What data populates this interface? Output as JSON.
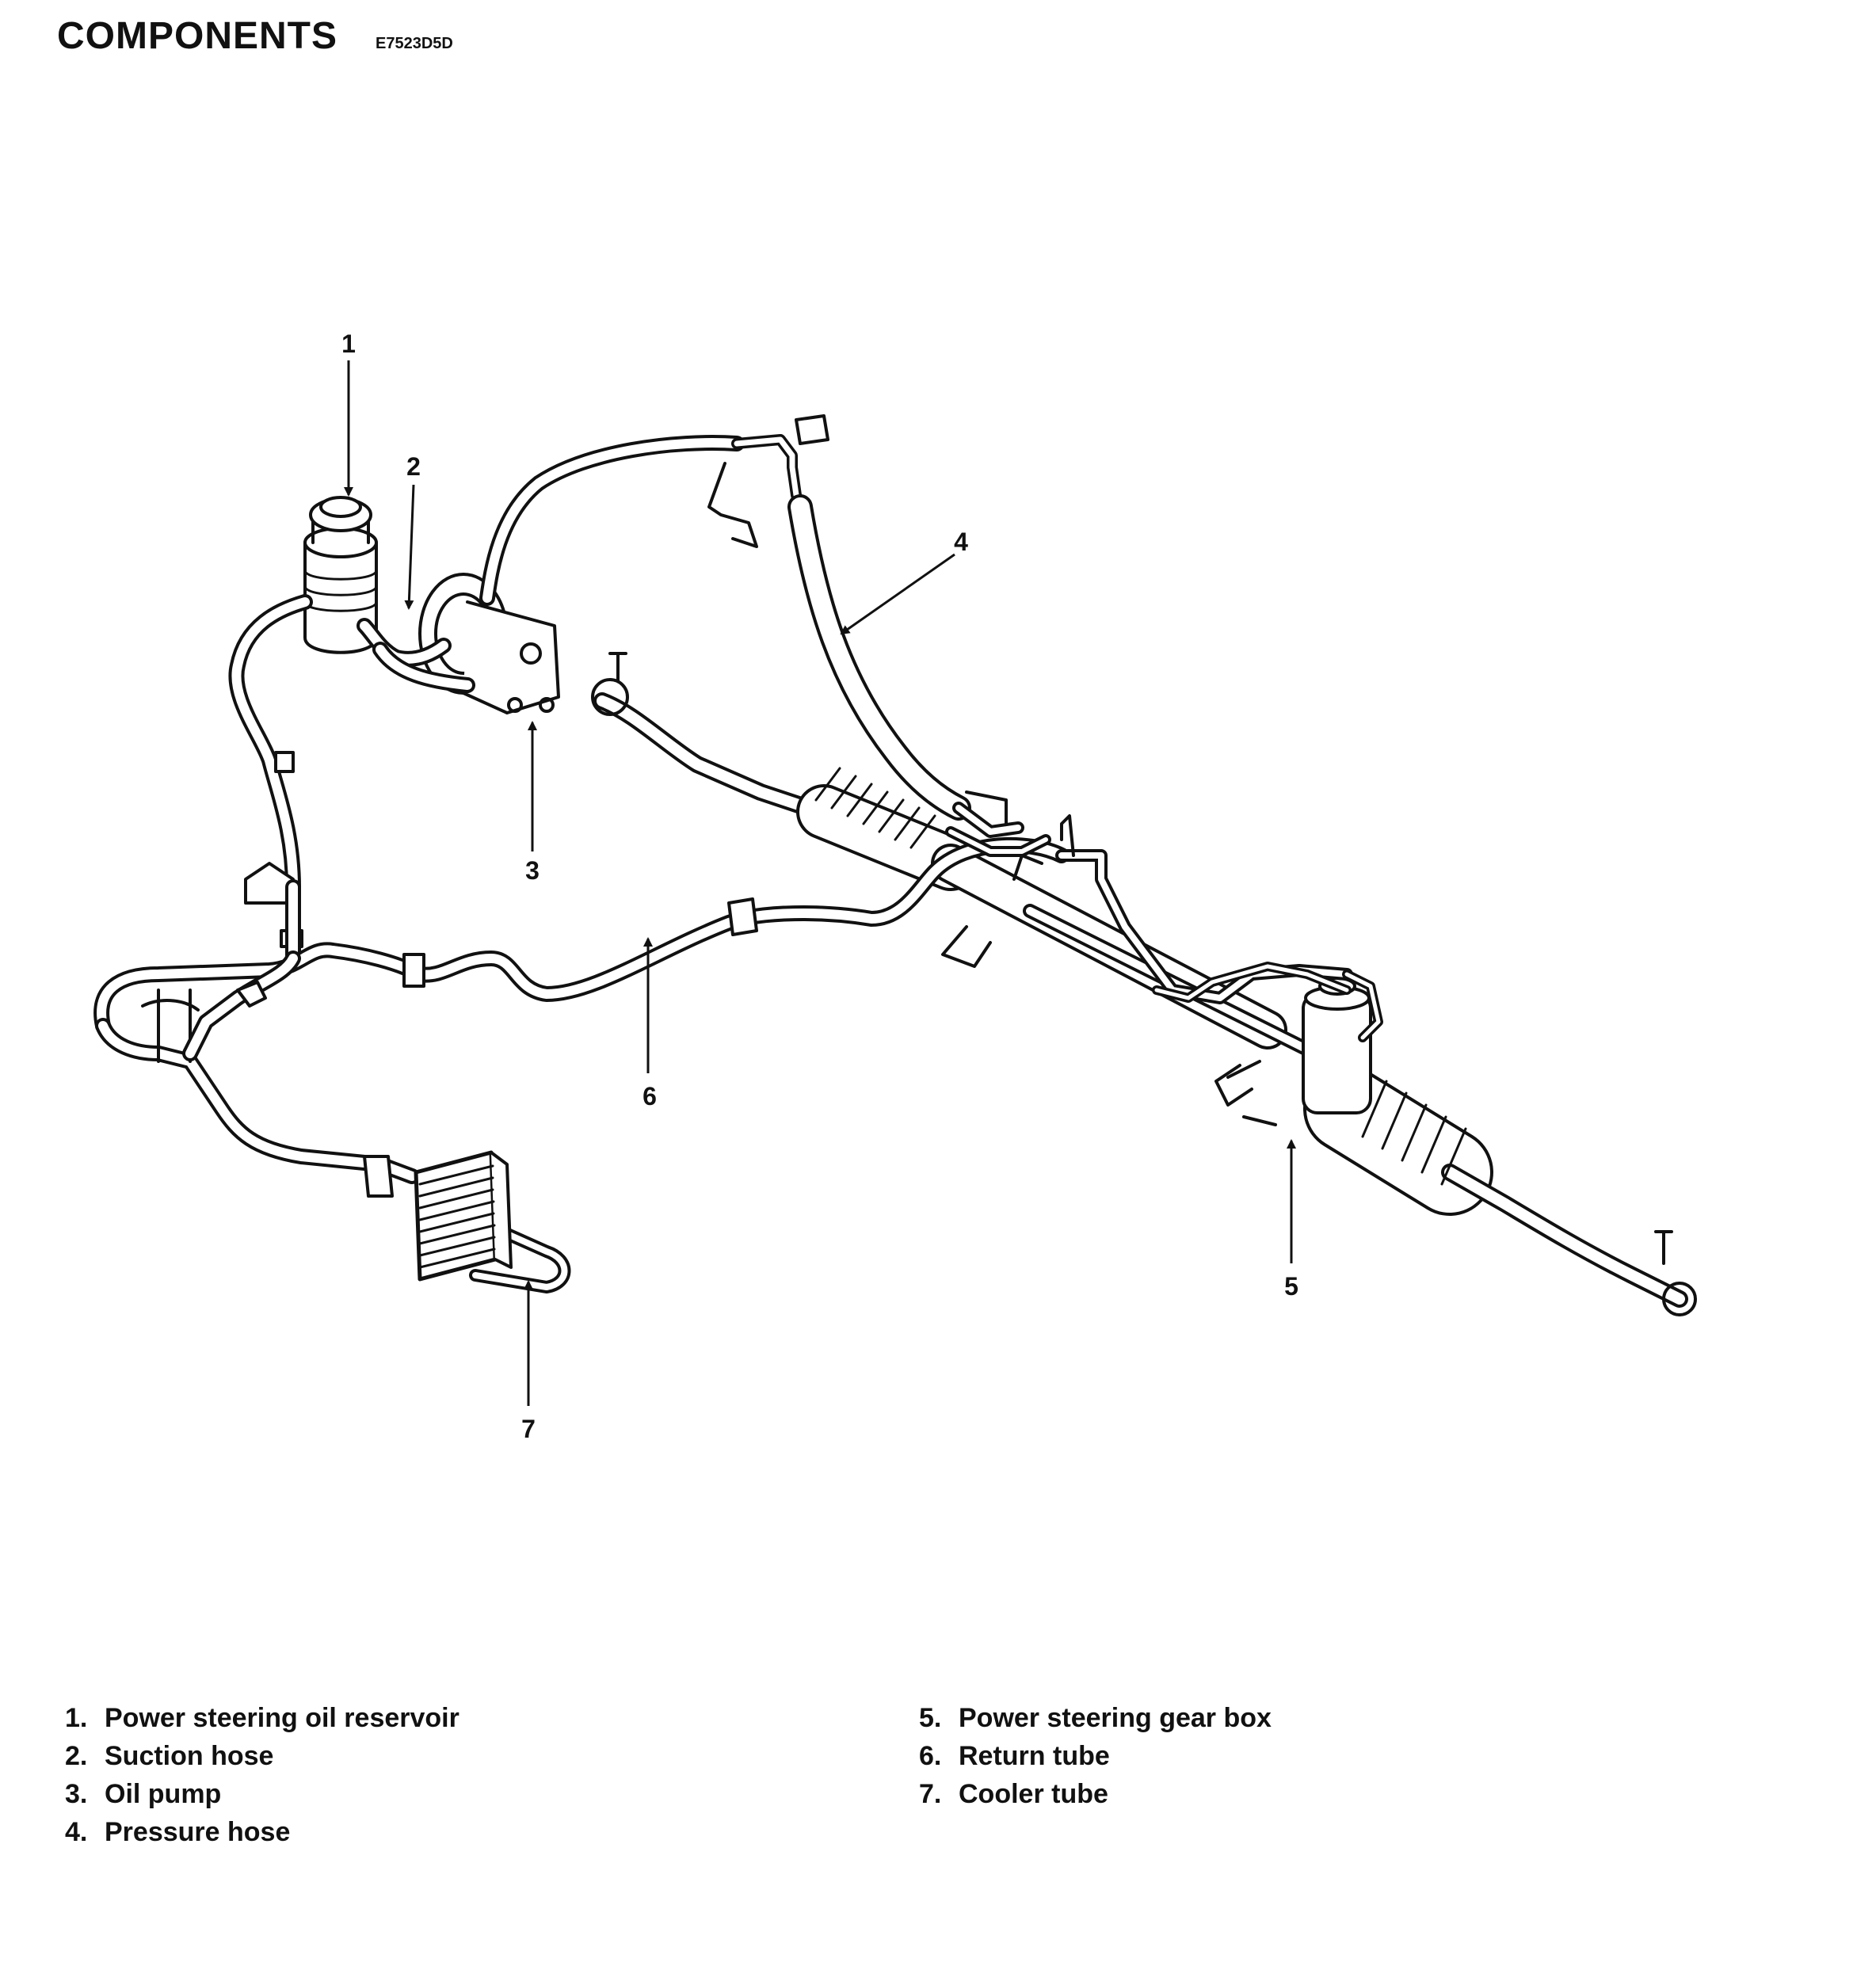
{
  "header": {
    "title": "COMPONENTS",
    "code": "E7523D5D"
  },
  "callouts": [
    "1",
    "2",
    "3",
    "4",
    "5",
    "6",
    "7"
  ],
  "legend": {
    "left": [
      {
        "num": "1.",
        "label": "Power steering oil reservoir"
      },
      {
        "num": "2.",
        "label": "Suction hose"
      },
      {
        "num": "3.",
        "label": "Oil pump"
      },
      {
        "num": "4.",
        "label": "Pressure hose"
      }
    ],
    "right": [
      {
        "num": "5.",
        "label": "Power steering gear box"
      },
      {
        "num": "6.",
        "label": "Return tube"
      },
      {
        "num": "7.",
        "label": "Cooler tube"
      }
    ]
  },
  "colors": {
    "ink": "#111111",
    "paper": "#ffffff"
  }
}
